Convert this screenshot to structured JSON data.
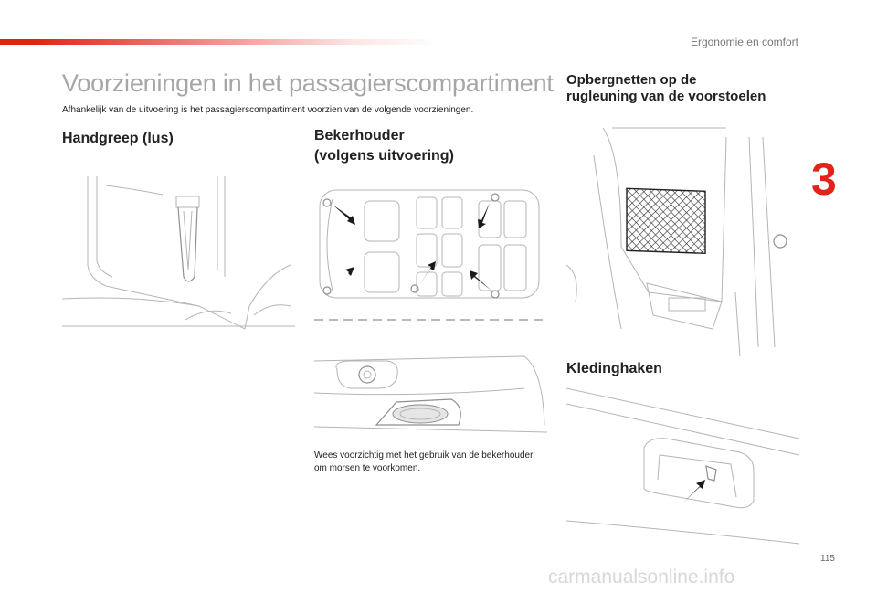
{
  "header": {
    "section_label": "Ergonomie en comfort",
    "chapter_number": "3",
    "page_number": "115"
  },
  "main": {
    "title": "Voorzieningen in het passagierscompartiment",
    "intro": "Afhankelijk van de uitvoering is het passagierscompartiment voorzien van de volgende voorzieningen."
  },
  "sections": {
    "handgreep": {
      "title": "Handgreep (lus)"
    },
    "bekerhouder": {
      "title_line1": "Bekerhouder",
      "title_line2": "(volgens uitvoering)",
      "note": "Wees voorzichtig met het gebruik van de bekerhouder om morsen te voorkomen."
    },
    "opbergnetten": {
      "title_line1": "Opbergnetten op de",
      "title_line2": "rugleuning van de voorstoelen"
    },
    "kledinghaken": {
      "title": "Kledinghaken"
    }
  },
  "footer": {
    "watermark": "carmanualsonline.info"
  },
  "colors": {
    "accent": "#e2231a",
    "title_gray": "#a6a6a6",
    "line_gray": "#b5b5b5"
  }
}
